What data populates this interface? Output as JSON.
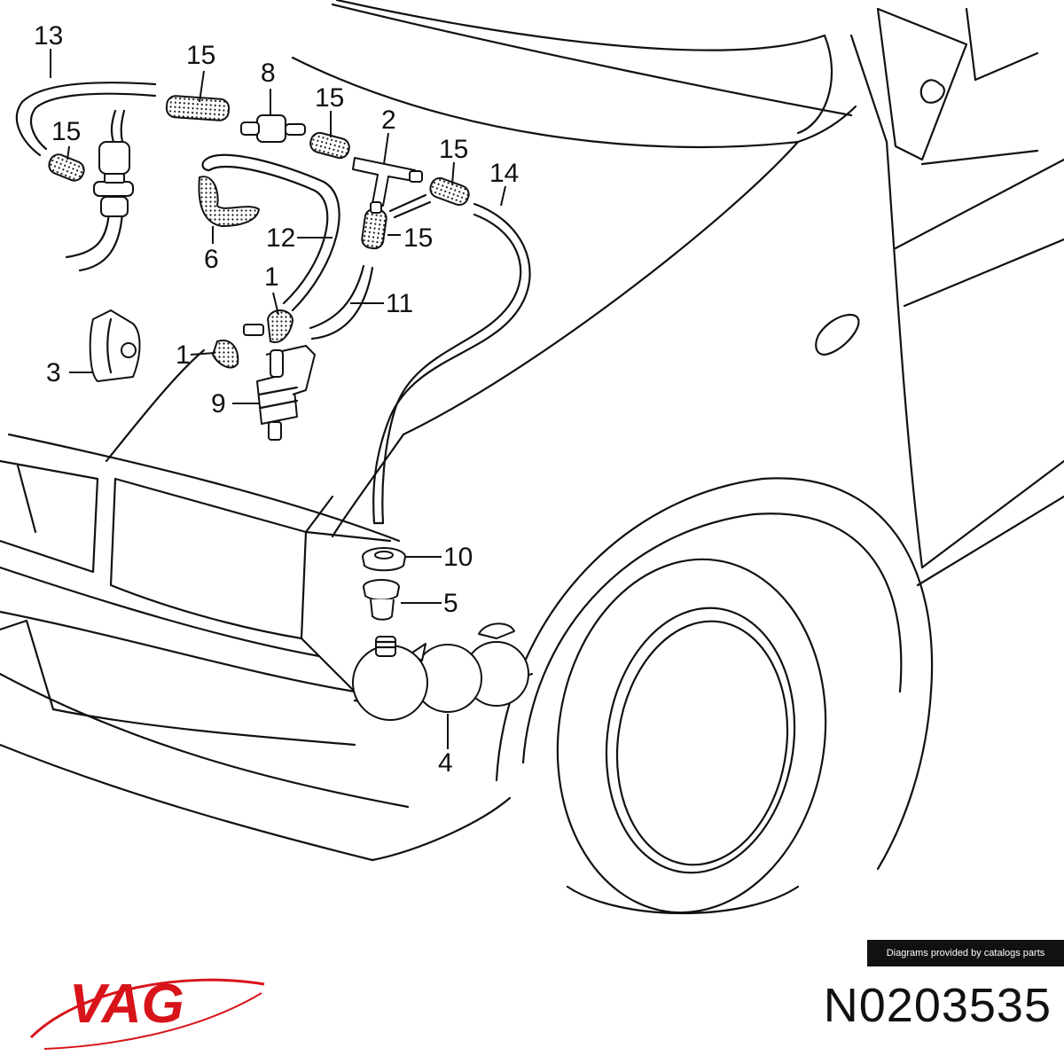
{
  "callouts": {
    "c13": "13",
    "c15a": "15",
    "c8": "8",
    "c15b": "15",
    "c2": "2",
    "c15c": "15",
    "c14": "14",
    "c15d": "15",
    "c6": "6",
    "c12": "12",
    "c15e": "15",
    "c11": "11",
    "c1a": "1",
    "c1b": "1",
    "c3": "3",
    "c9": "9",
    "c10": "10",
    "c5": "5",
    "c4": "4"
  },
  "credit": "Diagrams provided by catalogs parts",
  "part_number": "N0203535",
  "brand": {
    "logo_text": "VAG",
    "color": "#d7141a"
  }
}
